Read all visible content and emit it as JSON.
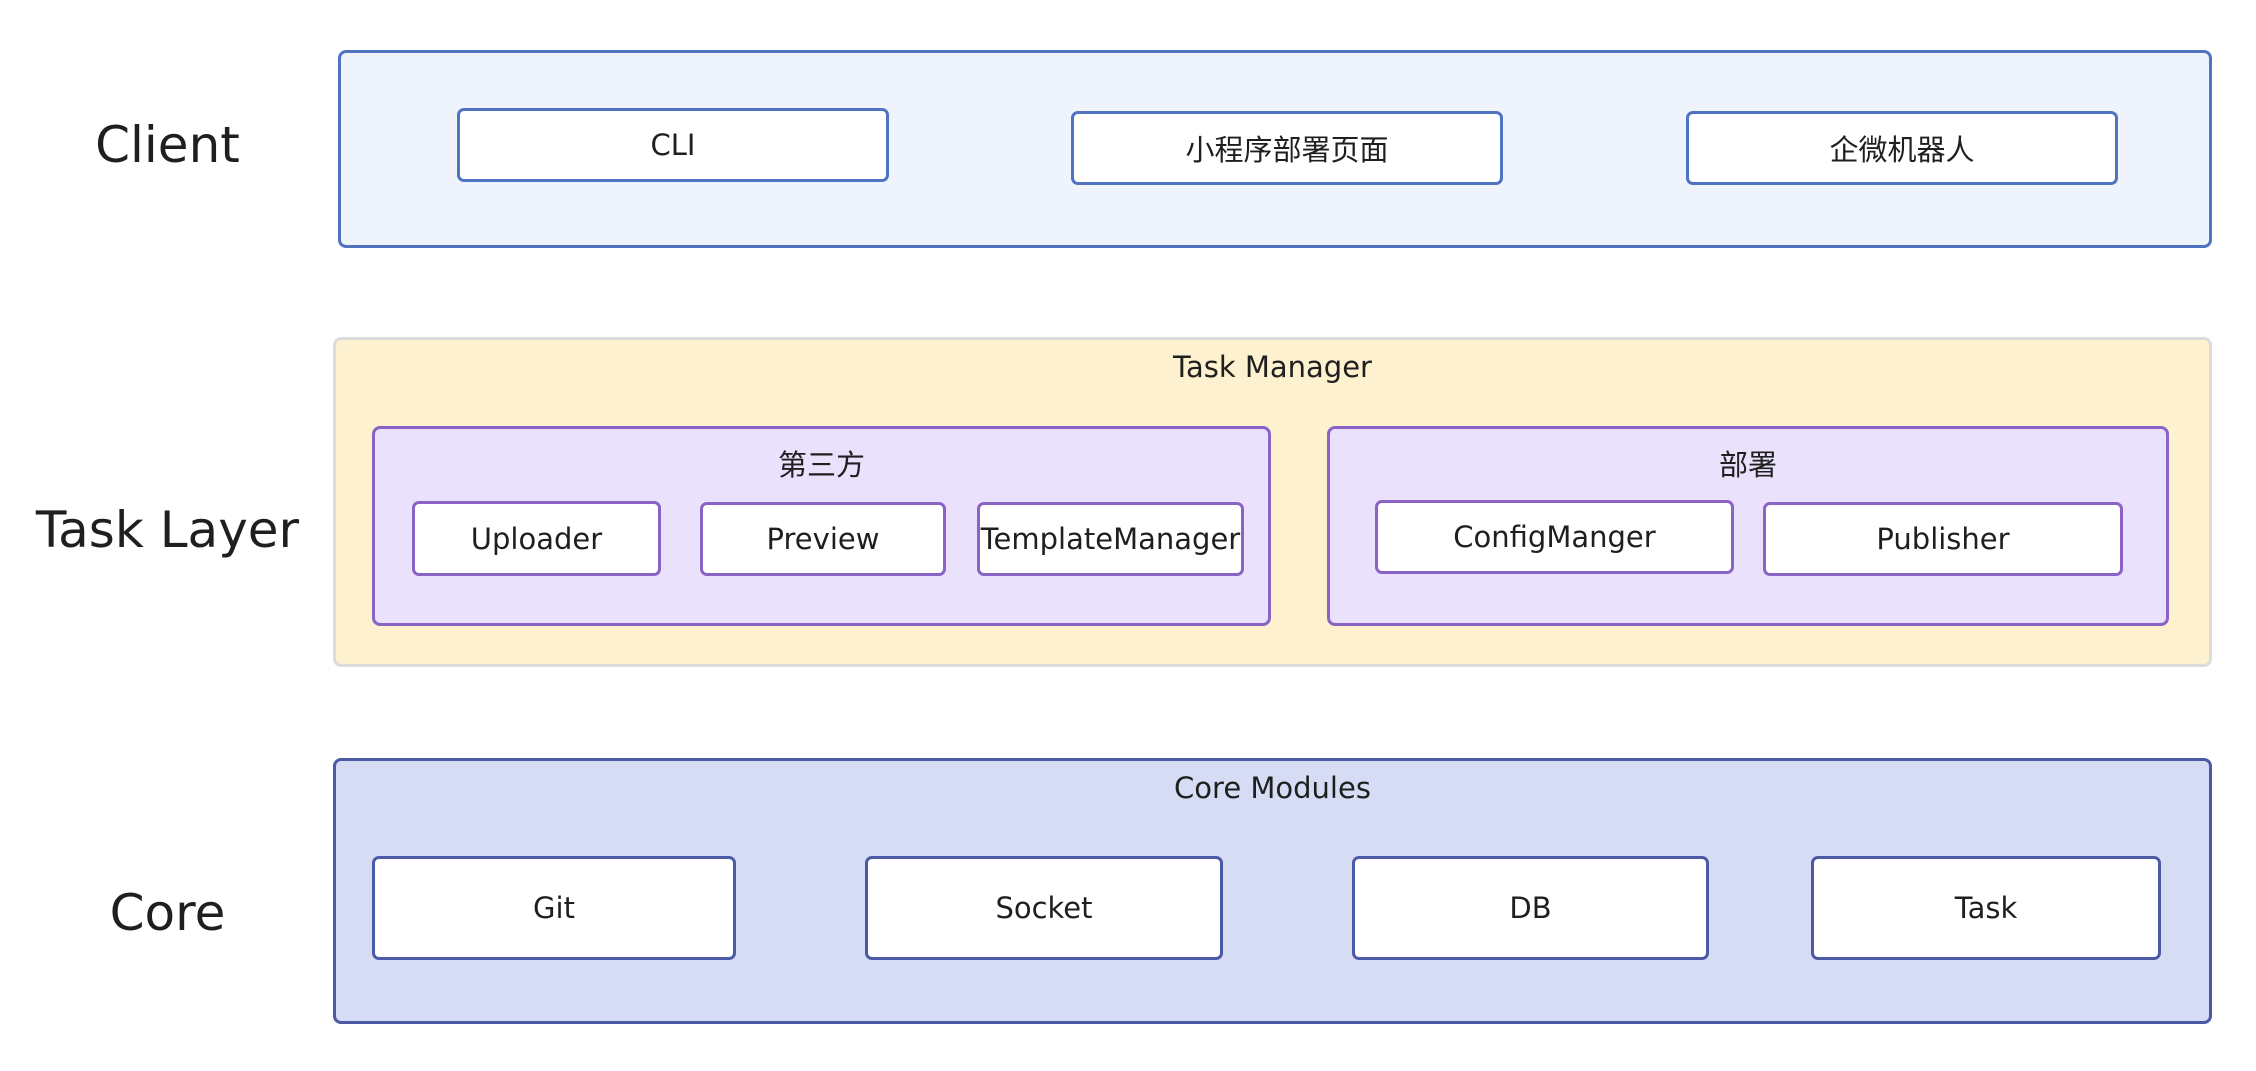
{
  "layers": {
    "client": {
      "label": "Client",
      "items": [
        "CLI",
        "小程序部署页面",
        "企微机器人"
      ]
    },
    "task": {
      "label": "Task Layer",
      "title": "Task Manager",
      "groups": [
        {
          "title": "第三方",
          "items": [
            "Uploader",
            "Preview",
            "TemplateManager"
          ]
        },
        {
          "title": "部署",
          "items": [
            "ConfigManger",
            "Publisher"
          ]
        }
      ]
    },
    "core": {
      "label": "Core",
      "title": "Core Modules",
      "items": [
        "Git",
        "Socket",
        "DB",
        "Task"
      ]
    }
  },
  "colors": {
    "client_fill": "#eef3fc",
    "client_border": "#4f73c0",
    "task_fill": "#fdf1cf",
    "task_group_fill": "#eae2fc",
    "task_group_border": "#8a63c6",
    "core_fill": "#d6dcf4",
    "core_border": "#4c5aa6"
  }
}
